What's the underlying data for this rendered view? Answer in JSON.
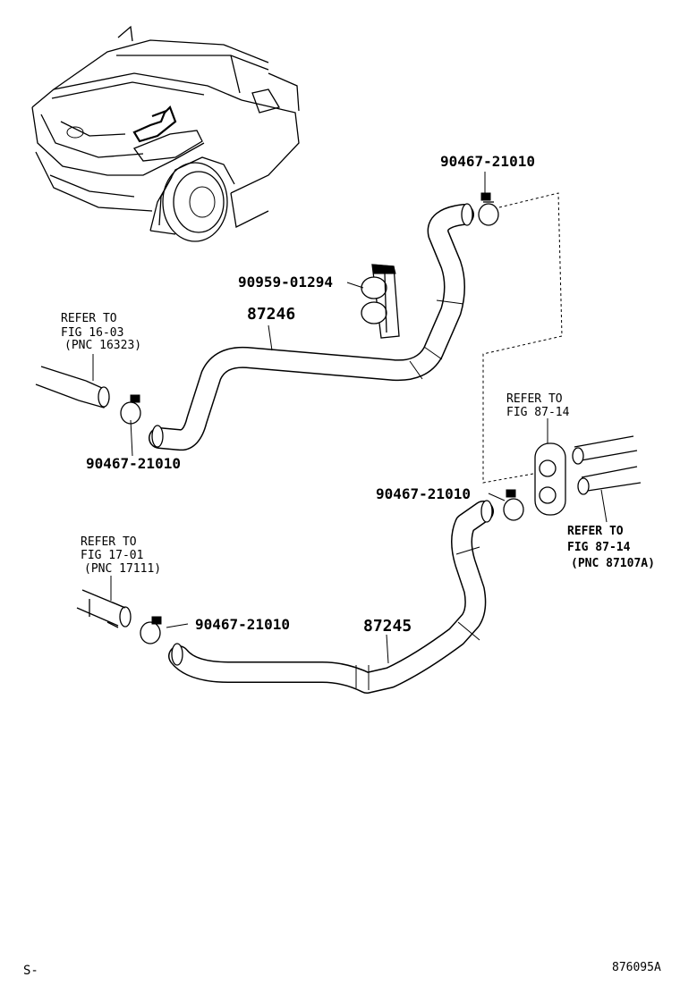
{
  "parts": {
    "clamp_top": "90467-21010",
    "clamp_left": "90467-21010",
    "clamp_mid": "90467-21010",
    "clamp_bottom": "90467-21010",
    "clip": "90959-01294",
    "hose_upper": "87246",
    "hose_lower": "87245"
  },
  "refs": {
    "ref1": {
      "line1": "REFER TO",
      "line2": "FIG 16-03",
      "line3": "(PNC 16323)"
    },
    "ref2": {
      "line1": "REFER TO",
      "line2": "FIG 87-14"
    },
    "ref3": {
      "line1": "REFER TO",
      "line2": "FIG 87-14",
      "line3": "(PNC 87107A)"
    },
    "ref4": {
      "line1": "REFER TO",
      "line2": "FIG 17-01",
      "line3": "(PNC 17111)"
    }
  },
  "footer": {
    "left_code": "S-",
    "figure_id": "876095A"
  }
}
